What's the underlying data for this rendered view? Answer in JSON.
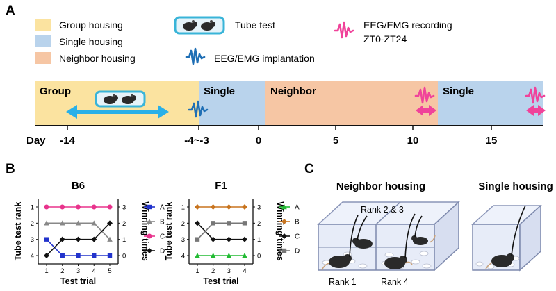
{
  "panels": {
    "a": "A",
    "b": "B",
    "c": "C"
  },
  "legend": {
    "group": "Group housing",
    "single": "Single housing",
    "neighbor": "Neighbor housing",
    "tube": "Tube test",
    "implant": "EEG/EMG implantation",
    "recording_line1": "EEG/EMG recording",
    "recording_line2": "ZT0-ZT24"
  },
  "timeline": {
    "day_label": "Day",
    "segments": [
      "Group",
      "Single",
      "Neighbor",
      "Single"
    ],
    "ticks": [
      "-14",
      "-4~-3",
      "0",
      "5",
      "10",
      "15"
    ]
  },
  "colors": {
    "group": "#fbe3a0",
    "single": "#b9d3ec",
    "neighbor": "#f6c6a4",
    "arrow_tube": "#29b0e8",
    "arrow_record": "#f0439a",
    "wave_implant": "#1f6fb5",
    "wave_record": "#f0439a"
  },
  "chart_data": [
    {
      "type": "line",
      "title": "B6",
      "xlabel": "Test trial",
      "ylabel": "Tube test rank",
      "ylabel_right": "Winning times",
      "x": [
        1,
        2,
        3,
        4,
        5
      ],
      "y_ticks": [
        "1",
        "2",
        "3",
        "4"
      ],
      "y_right_ticks": [
        "3",
        "2",
        "1",
        "0"
      ],
      "ylim": [
        1,
        4
      ],
      "series": [
        {
          "name": "A",
          "color": "#2233cc",
          "marker": "square",
          "values": [
            3,
            4,
            4,
            4,
            4
          ]
        },
        {
          "name": "B",
          "color": "#888888",
          "marker": "triangle",
          "values": [
            2,
            2,
            2,
            2,
            3
          ]
        },
        {
          "name": "C",
          "color": "#e8338c",
          "marker": "circle",
          "values": [
            1,
            1,
            1,
            1,
            1
          ]
        },
        {
          "name": "D",
          "color": "#111111",
          "marker": "diamond",
          "values": [
            4,
            3,
            3,
            3,
            2
          ]
        }
      ]
    },
    {
      "type": "line",
      "title": "F1",
      "xlabel": "Test trial",
      "ylabel": "Tube test rank",
      "ylabel_right": "Winning times",
      "x": [
        1,
        2,
        3,
        4
      ],
      "y_ticks": [
        "1",
        "2",
        "3",
        "4"
      ],
      "y_right_ticks": [
        "3",
        "2",
        "1",
        "0"
      ],
      "ylim": [
        1,
        4
      ],
      "series": [
        {
          "name": "A",
          "color": "#22bb33",
          "marker": "triangle",
          "values": [
            4,
            4,
            4,
            4
          ]
        },
        {
          "name": "B",
          "color": "#c8741e",
          "marker": "diamond",
          "values": [
            1,
            1,
            1,
            1
          ]
        },
        {
          "name": "C",
          "color": "#111111",
          "marker": "diamond",
          "values": [
            2,
            3,
            3,
            3
          ]
        },
        {
          "name": "D",
          "color": "#777777",
          "marker": "square",
          "values": [
            3,
            2,
            2,
            2
          ]
        }
      ]
    }
  ],
  "panel_c": {
    "neighbor_title": "Neighbor housing",
    "single_title": "Single housing",
    "rank23": "Rank 2 & 3",
    "rank1": "Rank 1",
    "rank4": "Rank 4"
  }
}
